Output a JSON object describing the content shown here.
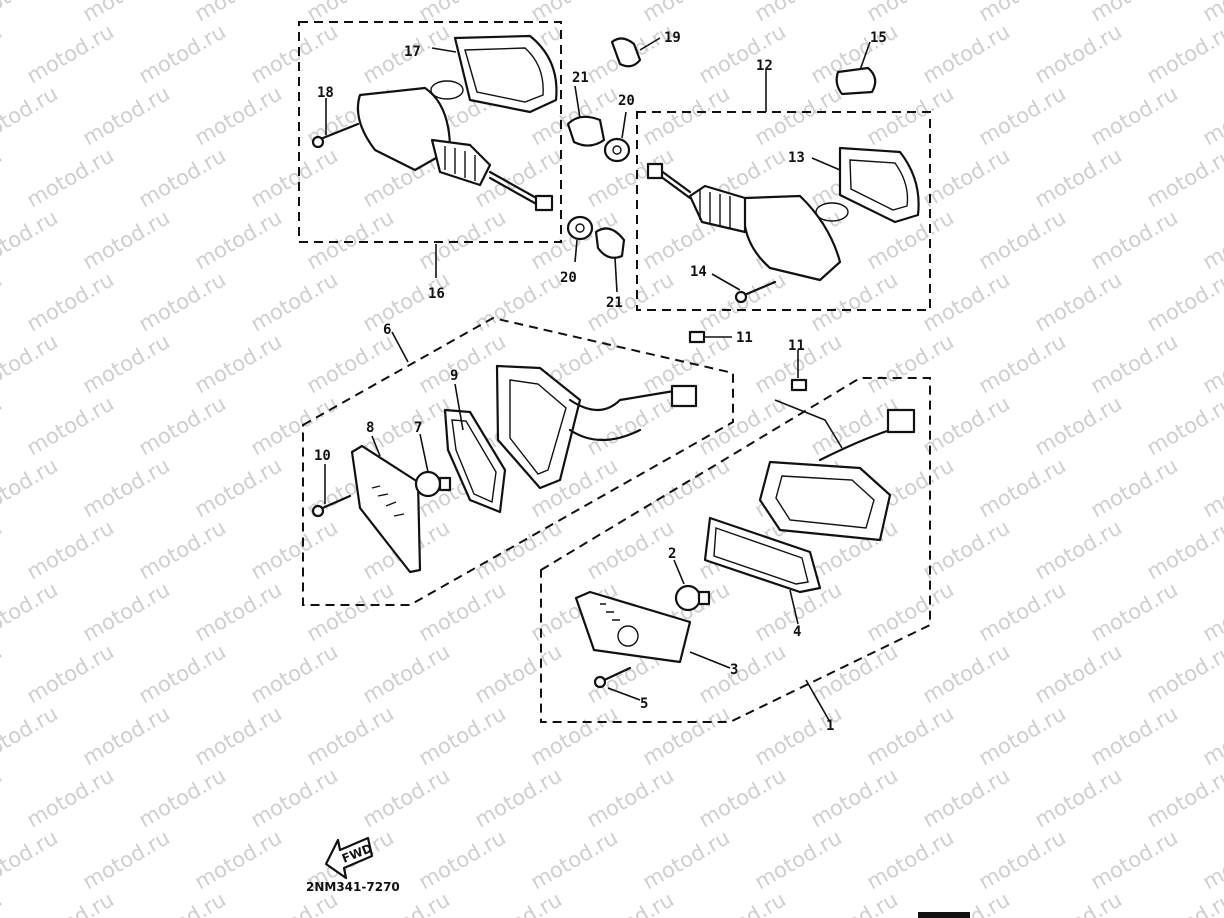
{
  "watermark": "motod.ru",
  "callouts": {
    "c1": "1",
    "c2": "2",
    "c3": "3",
    "c4": "4",
    "c5": "5",
    "c6": "6",
    "c7": "7",
    "c8": "8",
    "c9": "9",
    "c10": "10",
    "c11a": "11",
    "c11b": "11",
    "c12": "12",
    "c13": "13",
    "c14": "14",
    "c15": "15",
    "c16": "16",
    "c17": "17",
    "c18": "18",
    "c19": "19",
    "c20a": "20",
    "c20b": "20",
    "c21a": "21",
    "c21b": "21"
  },
  "fwd_label": "FWD",
  "drawing_code": "2NM341-7270"
}
